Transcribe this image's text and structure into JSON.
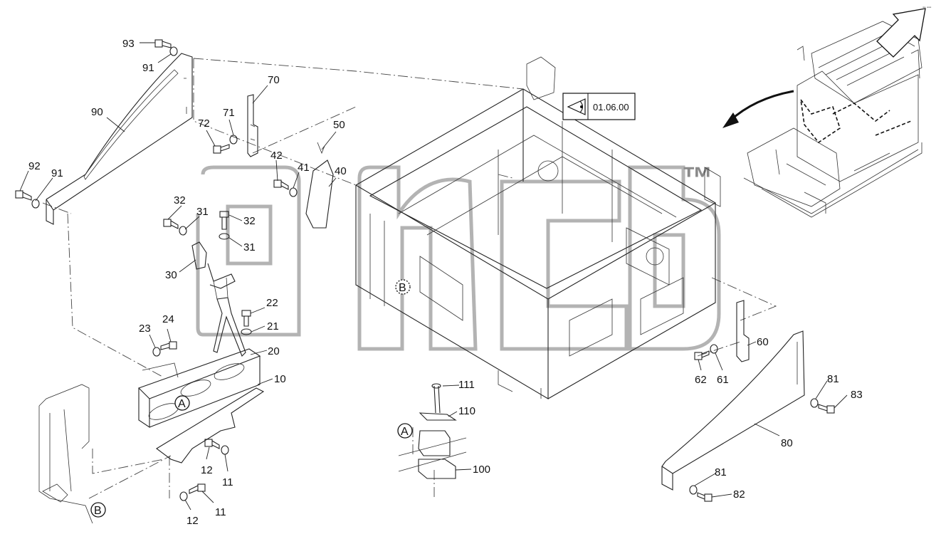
{
  "diagram": {
    "reference_box": {
      "icon": "eye-icon",
      "label": "01.06.00"
    },
    "watermark": {
      "text": "™"
    },
    "detail_markers": [
      "A",
      "B"
    ],
    "callouts": [
      {
        "id": "c93",
        "label": "93"
      },
      {
        "id": "c91a",
        "label": "91"
      },
      {
        "id": "c90",
        "label": "90"
      },
      {
        "id": "c92",
        "label": "92"
      },
      {
        "id": "c91b",
        "label": "91"
      },
      {
        "id": "c70",
        "label": "70"
      },
      {
        "id": "c71",
        "label": "71"
      },
      {
        "id": "c72",
        "label": "72"
      },
      {
        "id": "c50",
        "label": "50"
      },
      {
        "id": "c42",
        "label": "42"
      },
      {
        "id": "c41",
        "label": "41"
      },
      {
        "id": "c40",
        "label": "40"
      },
      {
        "id": "c32a",
        "label": "32"
      },
      {
        "id": "c31a",
        "label": "31"
      },
      {
        "id": "c32b",
        "label": "32"
      },
      {
        "id": "c31b",
        "label": "31"
      },
      {
        "id": "c30",
        "label": "30"
      },
      {
        "id": "c22",
        "label": "22"
      },
      {
        "id": "c21",
        "label": "21"
      },
      {
        "id": "c20",
        "label": "20"
      },
      {
        "id": "c23",
        "label": "23"
      },
      {
        "id": "c24",
        "label": "24"
      },
      {
        "id": "c10",
        "label": "10"
      },
      {
        "id": "c12a",
        "label": "12"
      },
      {
        "id": "c11a",
        "label": "11"
      },
      {
        "id": "c12b",
        "label": "12"
      },
      {
        "id": "c11b",
        "label": "11"
      },
      {
        "id": "c111",
        "label": "111"
      },
      {
        "id": "c110",
        "label": "110"
      },
      {
        "id": "c100",
        "label": "100"
      },
      {
        "id": "c60",
        "label": "60"
      },
      {
        "id": "c62",
        "label": "62"
      },
      {
        "id": "c61",
        "label": "61"
      },
      {
        "id": "c81a",
        "label": "81"
      },
      {
        "id": "c83",
        "label": "83"
      },
      {
        "id": "c80",
        "label": "80"
      },
      {
        "id": "c81b",
        "label": "81"
      },
      {
        "id": "c82",
        "label": "82"
      }
    ]
  }
}
